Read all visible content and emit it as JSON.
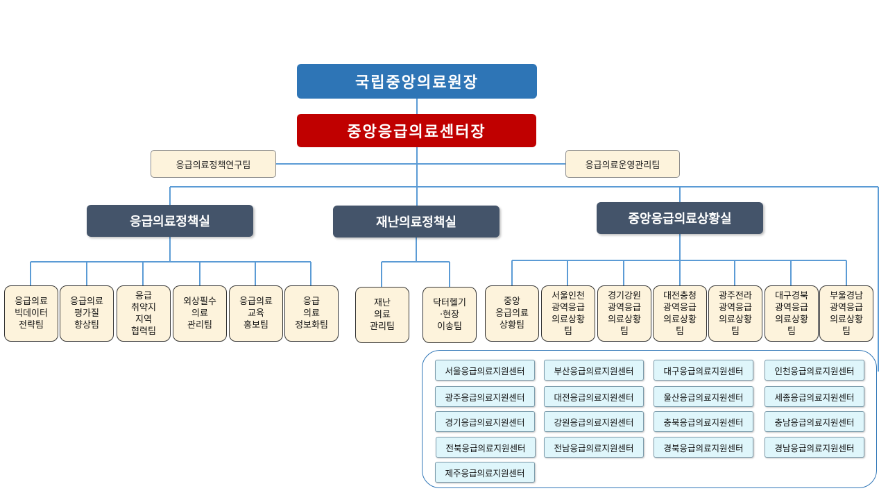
{
  "top": "국립중앙의료원장",
  "director": "중앙응급의료센터장",
  "staff_left": "응급의료정책연구팀",
  "staff_right": "응급의료운영관리팀",
  "offices": {
    "policy": "응급의료정책실",
    "disaster": "재난의료정책실",
    "situation": "중앙응급의료상황실"
  },
  "policy_teams": [
    "응급의료\n빅데이터\n전략팀",
    "응급의료\n평가질\n향상팀",
    "응급\n취약지\n지역\n협력팀",
    "외상필수\n의료\n관리팀",
    "응급의료\n교육\n홍보팀",
    "응급\n의료\n정보화팀"
  ],
  "disaster_teams": [
    "재난\n의료\n관리팀",
    "닥터헬기\n·현장\n이송팀"
  ],
  "situation_teams": [
    "중앙\n응급의료\n상황팀",
    "서울인천\n광역응급\n의료상황\n팀",
    "경기강원\n광역응급\n의료상황\n팀",
    "대전충청\n광역응급\n의료상황\n팀",
    "광주전라\n광역응급\n의료상황\n팀",
    "대구경북\n광역응급\n의료상황\n팀",
    "부울경남\n광역응급\n의료상황\n팀"
  ],
  "support_centers": [
    [
      "서울응급의료지원센터",
      "부산응급의료지원센터",
      "대구응급의료지원센터",
      "인천응급의료지원센터"
    ],
    [
      "광주응급의료지원센터",
      "대전응급의료지원센터",
      "울산응급의료지원센터",
      "세종응급의료지원센터"
    ],
    [
      "경기응급의료지원센터",
      "강원응급의료지원센터",
      "충북응급의료지원센터",
      "충남응급의료지원센터"
    ],
    [
      "전북응급의료지원센터",
      "전남응급의료지원센터",
      "경북응급의료지원센터",
      "경남응급의료지원센터"
    ],
    [
      "제주응급의료지원센터"
    ]
  ],
  "colors": {
    "top": "#2e75b6",
    "director": "#c00000",
    "office": "#44546a",
    "team": "#fdf3dc",
    "support_center": "#dff6fb",
    "connector": "#5b9bd5"
  }
}
